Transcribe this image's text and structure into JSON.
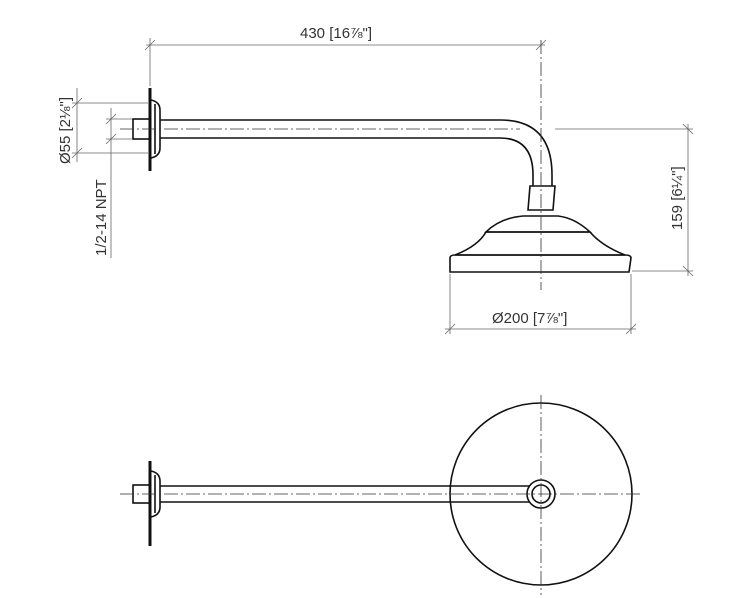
{
  "title": "Shower arm with head - dimension drawing",
  "dimensions": {
    "arm_length": "430 [16⅞\"]",
    "flange_diameter": "Ø55 [2⅛\"]",
    "thread": "1/2-14 NPT",
    "drop_height": "159 [6¼\"]",
    "head_diameter": "Ø200 [7⅞\"]"
  }
}
